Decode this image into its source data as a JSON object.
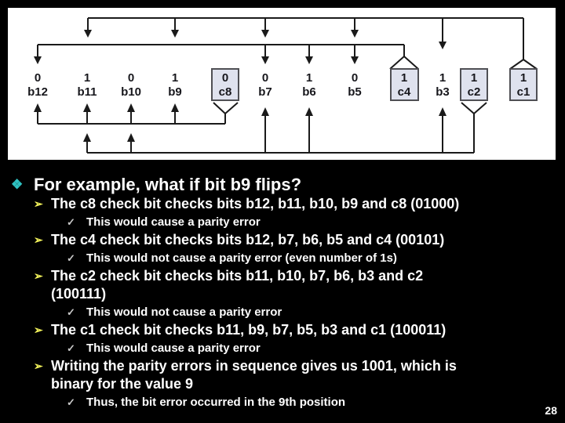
{
  "slide": {
    "page_number": "28",
    "colors": {
      "background": "#000000",
      "figure_background": "#ffffff",
      "figure_line": "#1a1a1a",
      "check_box_fill": "#dfe2ee",
      "check_box_border": "#4f4f54",
      "title_bullet": "#2fc1c1",
      "sub_bullet": "#f6f65c",
      "check_bullet": "#c9c9c9",
      "text": "#ffffff"
    }
  },
  "figure": {
    "bits": [
      {
        "name": "b12",
        "value": "0",
        "boxed": false
      },
      {
        "name": "b11",
        "value": "1",
        "boxed": false
      },
      {
        "name": "b10",
        "value": "0",
        "boxed": false
      },
      {
        "name": "b9",
        "value": "1",
        "boxed": false
      },
      {
        "name": "c8",
        "value": "0",
        "boxed": true
      },
      {
        "name": "b7",
        "value": "0",
        "boxed": false
      },
      {
        "name": "b6",
        "value": "1",
        "boxed": false
      },
      {
        "name": "b5",
        "value": "0",
        "boxed": false
      },
      {
        "name": "c4",
        "value": "1",
        "boxed": true
      },
      {
        "name": "b3",
        "value": "1",
        "boxed": false
      },
      {
        "name": "c2",
        "value": "1",
        "boxed": true
      },
      {
        "name": "c1",
        "value": "1",
        "boxed": true
      }
    ]
  },
  "content": {
    "bullets": {
      "l1": "❖",
      "l2": "➢",
      "l3": "✓"
    },
    "title": "For example, what if bit b9 flips?",
    "items": [
      {
        "level": "l2",
        "text": "The c8 check bit checks bits b12, b11, b10, b9 and c8 (01000)"
      },
      {
        "level": "l3",
        "text": "This would cause a parity error"
      },
      {
        "level": "l2",
        "text": "The c4 check bit checks bits b12, b7, b6, b5 and c4 (00101)"
      },
      {
        "level": "l3",
        "text": "This would not cause a parity error (even number of 1s)"
      },
      {
        "level": "l2",
        "text": "The c2 check bit checks bits b11, b10, b7, b6, b3 and c2"
      },
      {
        "level": "l2cont",
        "text": "(100111)"
      },
      {
        "level": "l3",
        "text": "This would not cause a parity error"
      },
      {
        "level": "l2",
        "text": "The c1 check bit checks b11, b9, b7, b5, b3 and c1 (100011)"
      },
      {
        "level": "l3",
        "text": "This would cause a parity error"
      },
      {
        "level": "l2",
        "text": "Writing the parity errors in sequence gives us 1001, which is"
      },
      {
        "level": "l2cont",
        "text": "binary for the value 9"
      },
      {
        "level": "l3",
        "text": "Thus, the bit error occurred in the 9th position"
      }
    ]
  }
}
